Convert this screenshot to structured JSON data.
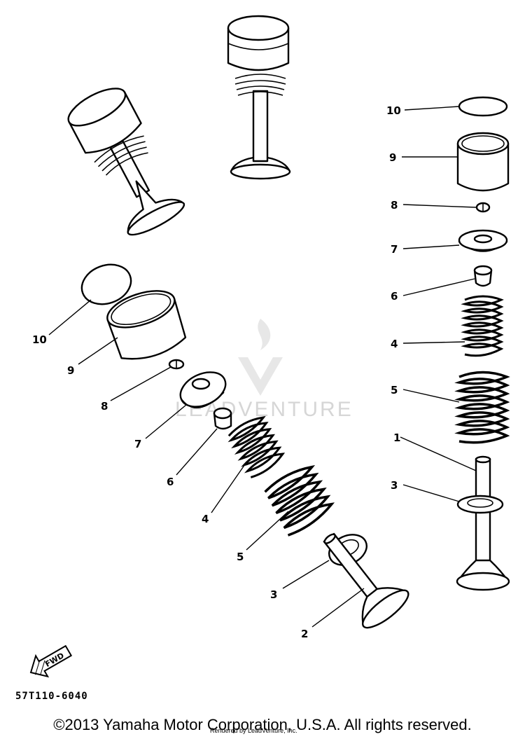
{
  "diagram": {
    "callouts_left": [
      "10",
      "9",
      "8",
      "7",
      "6",
      "4",
      "5",
      "3",
      "2"
    ],
    "callouts_right": [
      "10",
      "9",
      "8",
      "7",
      "6",
      "4",
      "5",
      "1",
      "3"
    ],
    "fwd_label": "FWD",
    "watermark": "LEADVENTURE",
    "drawing_number": "57T110-6040"
  },
  "footer": {
    "copyright": "©2013 Yamaha Motor Corporation, U.S.A. All rights reserved.",
    "rendered_by": "Rendered by LeadVenture, Inc."
  }
}
